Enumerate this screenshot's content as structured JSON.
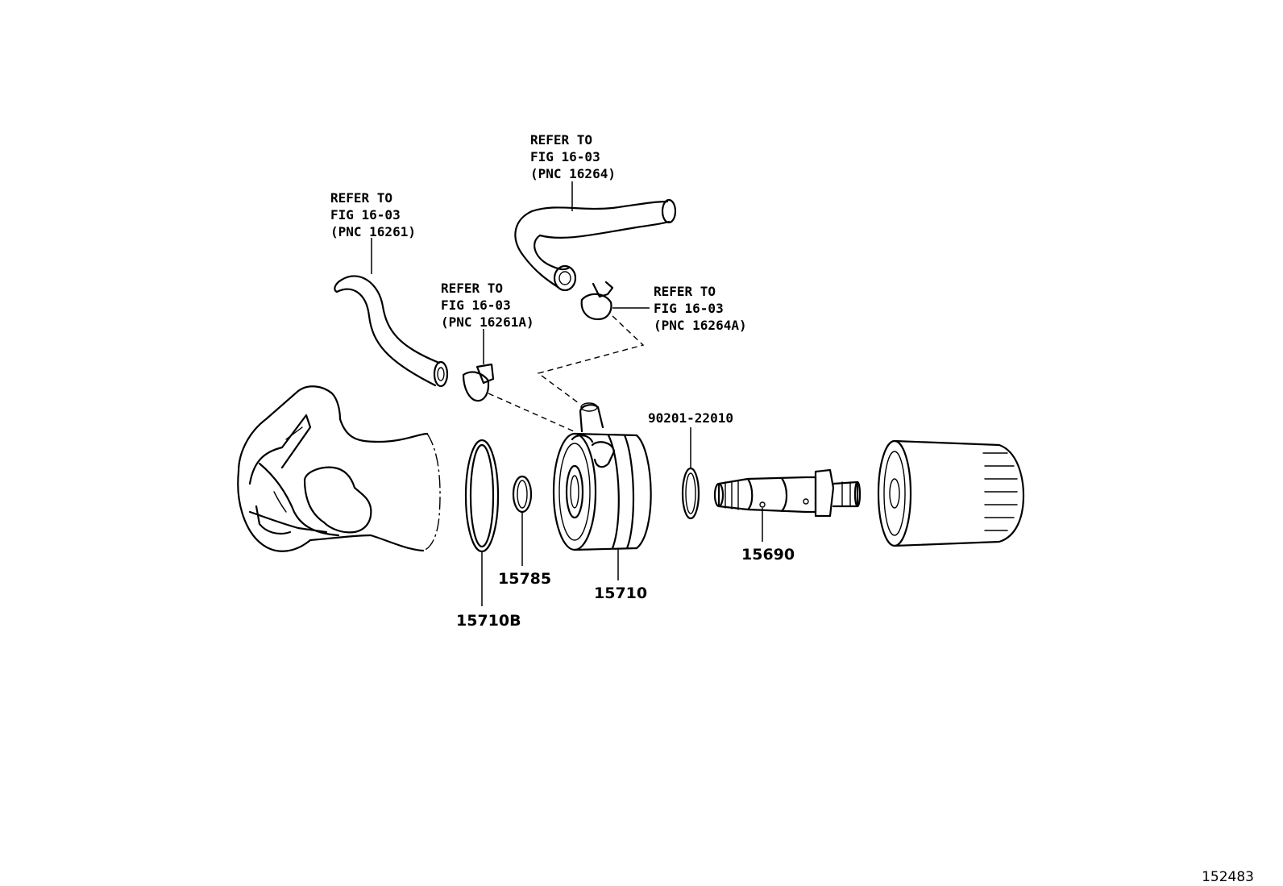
{
  "diagram": {
    "illustration_number": "152483",
    "refs": [
      {
        "id": "ref-16261",
        "lines": [
          "REFER TO",
          "FIG 16-03",
          "(PNC 16261)"
        ]
      },
      {
        "id": "ref-16264",
        "lines": [
          "REFER TO",
          "FIG 16-03",
          "(PNC 16264)"
        ]
      },
      {
        "id": "ref-16261a",
        "lines": [
          "REFER TO",
          "FIG 16-03",
          "(PNC 16261A)"
        ]
      },
      {
        "id": "ref-16264a",
        "lines": [
          "REFER TO",
          "FIG 16-03",
          "(PNC 16264A)"
        ]
      }
    ],
    "part_labels": {
      "gasket_90201": "90201-22010",
      "union_bolt": "15690",
      "oil_cooler": "15710",
      "oring_small": "15785",
      "oring_large": "15710B"
    }
  }
}
